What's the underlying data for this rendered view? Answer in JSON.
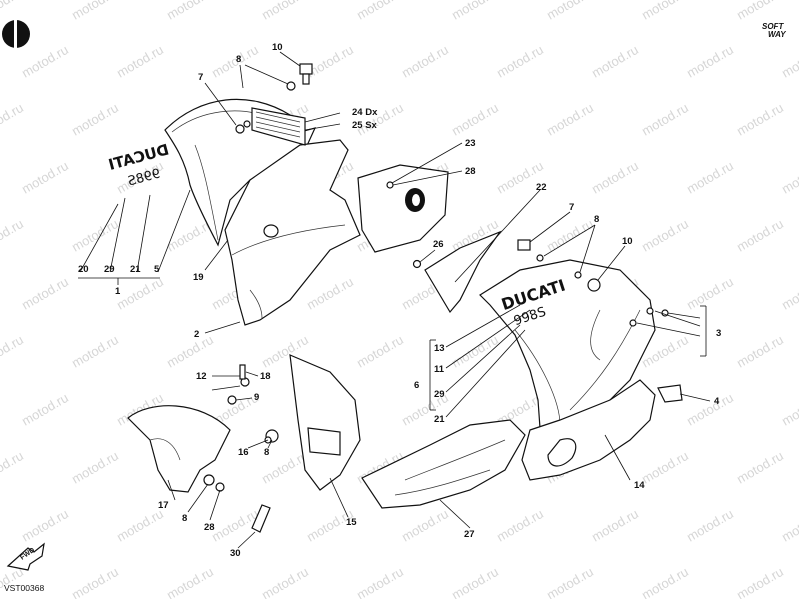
{
  "diagram": {
    "code": "VST00368",
    "brand_lines": [
      "SOFT",
      "WAY"
    ],
    "fwd_label": "FWD",
    "watermark_text": "motod.ru",
    "decals": {
      "ducati": "DUCATI",
      "model": "998S"
    },
    "callouts": [
      {
        "id": "c10a",
        "text": "10"
      },
      {
        "id": "c8a",
        "text": "8"
      },
      {
        "id": "c7a",
        "text": "7"
      },
      {
        "id": "c24",
        "text": "24 Dx"
      },
      {
        "id": "c25",
        "text": "25 Sx"
      },
      {
        "id": "c23",
        "text": "23"
      },
      {
        "id": "c28a",
        "text": "28"
      },
      {
        "id": "c22",
        "text": "22"
      },
      {
        "id": "c7b",
        "text": "7"
      },
      {
        "id": "c8b",
        "text": "8"
      },
      {
        "id": "c10b",
        "text": "10"
      },
      {
        "id": "c26",
        "text": "26"
      },
      {
        "id": "c20",
        "text": "20"
      },
      {
        "id": "c29a",
        "text": "29"
      },
      {
        "id": "c21a",
        "text": "21"
      },
      {
        "id": "c5",
        "text": "5"
      },
      {
        "id": "c1",
        "text": "1"
      },
      {
        "id": "c19",
        "text": "19"
      },
      {
        "id": "c2",
        "text": "2"
      },
      {
        "id": "c3",
        "text": "3"
      },
      {
        "id": "c13",
        "text": "13"
      },
      {
        "id": "c11",
        "text": "11"
      },
      {
        "id": "c6",
        "text": "6"
      },
      {
        "id": "c29b",
        "text": "29"
      },
      {
        "id": "c21b",
        "text": "21"
      },
      {
        "id": "c12",
        "text": "12"
      },
      {
        "id": "c18",
        "text": "18"
      },
      {
        "id": "c9",
        "text": "9"
      },
      {
        "id": "c4",
        "text": "4"
      },
      {
        "id": "c16",
        "text": "16"
      },
      {
        "id": "c8c",
        "text": "8"
      },
      {
        "id": "c17",
        "text": "17"
      },
      {
        "id": "c8d",
        "text": "8"
      },
      {
        "id": "c28b",
        "text": "28"
      },
      {
        "id": "c15",
        "text": "15"
      },
      {
        "id": "c27",
        "text": "27"
      },
      {
        "id": "c14",
        "text": "14"
      },
      {
        "id": "c30",
        "text": "30"
      }
    ]
  }
}
